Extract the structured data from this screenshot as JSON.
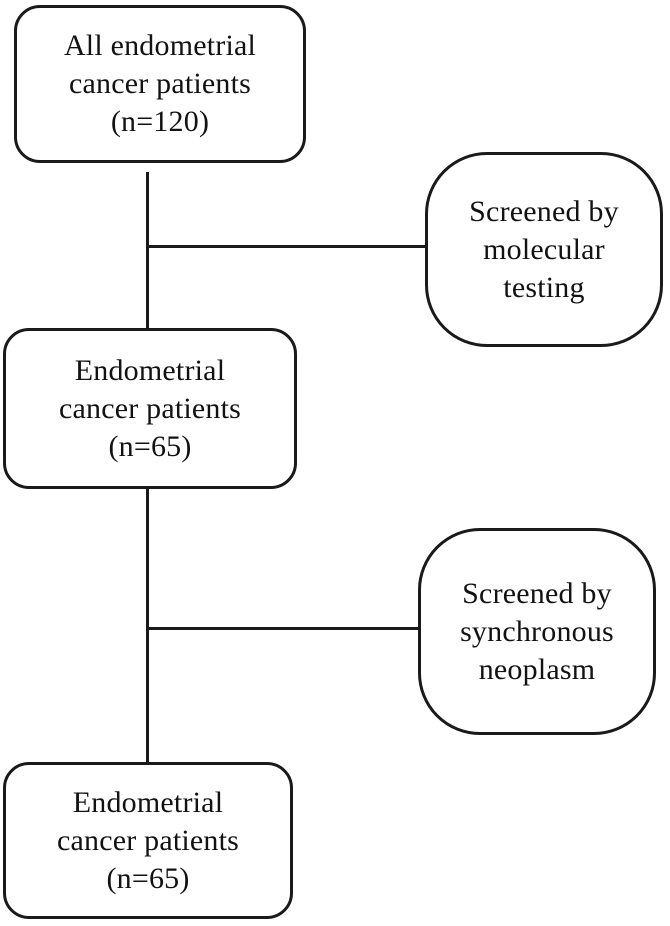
{
  "figure": {
    "background_color": "#ffffff",
    "stroke_color": "#1a1a1a",
    "text_color": "#121212"
  },
  "nodes": {
    "all_patients": {
      "lines": [
        "All endometrial",
        "cancer patients",
        "(n=120)"
      ]
    },
    "screened_molecular": {
      "lines": [
        "Screened by",
        "molecular",
        "testing"
      ]
    },
    "patients_after_molecular": {
      "lines": [
        "Endometrial",
        "cancer patients",
        "(n=65)"
      ]
    },
    "screened_synchronous": {
      "lines": [
        "Screened by",
        "synchronous",
        "neoplasm"
      ]
    },
    "patients_after_synchronous": {
      "lines": [
        "Endometrial",
        "cancer patients",
        "(n=65)"
      ]
    }
  }
}
